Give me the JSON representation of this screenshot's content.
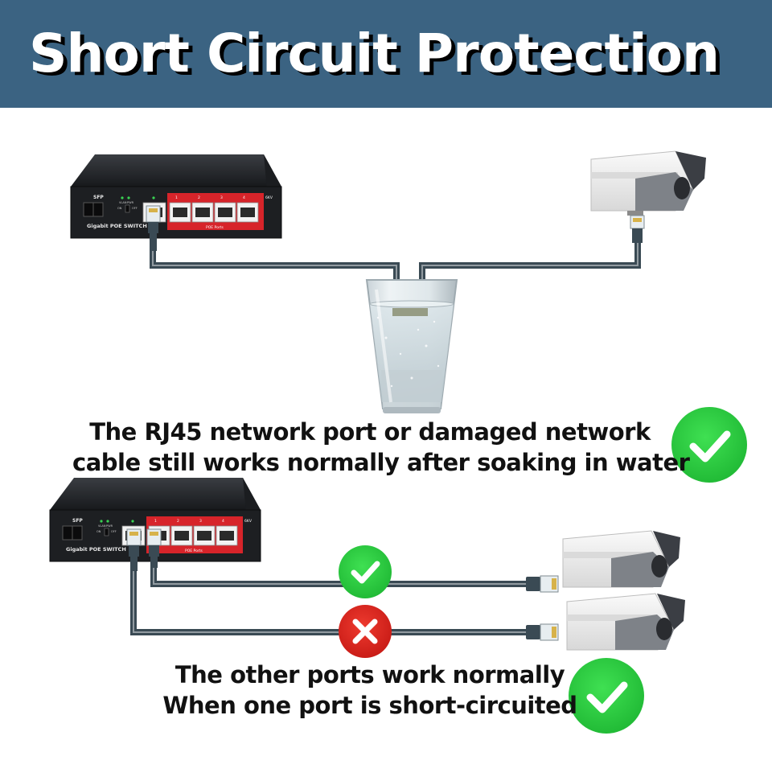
{
  "banner": {
    "title": "Short Circuit Protection"
  },
  "switch": {
    "model_label": "Gigabit POE SWITCH",
    "sfp_label": "SFP",
    "vlan_label": "VLAN",
    "pwr_label": "PWR",
    "on_label": "ON",
    "off_label": "OFF",
    "poe_ports_label": "POE Ports",
    "surge_label": "6KV",
    "port_numbers": [
      "1",
      "2",
      "3",
      "4"
    ]
  },
  "captions": {
    "water_line1": "The RJ45 network port or damaged network",
    "water_line2": "cable still works normally after soaking in water",
    "short_line1": "The other ports work normally",
    "short_line2": "When one port is short-circuited"
  },
  "colors": {
    "banner": "#3b6382",
    "cable": "#3a4a54",
    "ok_green": "#22c33a",
    "error_red": "#d9221c",
    "poe_red": "#d7242a"
  },
  "icons": {
    "ok": "check-circle-icon",
    "error": "x-circle-icon"
  }
}
